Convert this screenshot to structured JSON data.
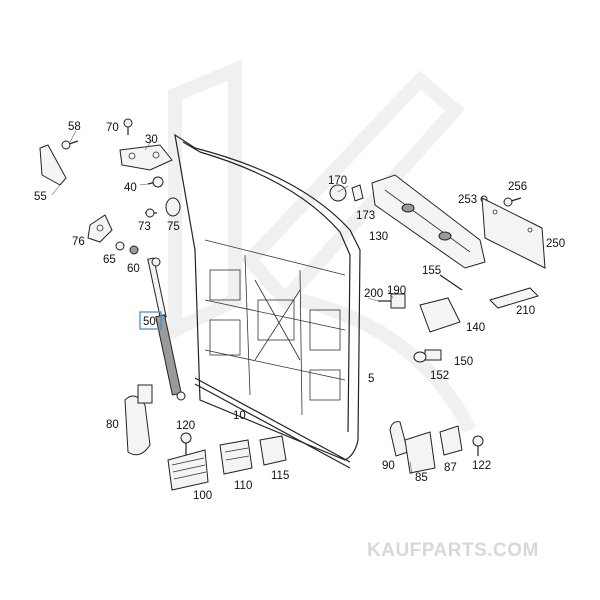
{
  "watermark": "KAUFPARTS.COM",
  "highlight_color": "#4a90c8",
  "highlighted_part": "50",
  "callouts": {
    "p5": "5",
    "p10": "10",
    "p30": "30",
    "p40": "40",
    "p50": "50",
    "p55": "55",
    "p58": "58",
    "p60": "60",
    "p65": "65",
    "p70": "70",
    "p73": "73",
    "p75": "75",
    "p76": "76",
    "p80": "80",
    "p85": "85",
    "p87": "87",
    "p90": "90",
    "p100": "100",
    "p110": "110",
    "p115": "115",
    "p120": "120",
    "p122": "122",
    "p130": "130",
    "p140": "140",
    "p150": "150",
    "p152": "152",
    "p155": "155",
    "p170": "170",
    "p173": "173",
    "p190": "190",
    "p200": "200",
    "p210": "210",
    "p250": "250",
    "p253": "253",
    "p256": "256"
  }
}
